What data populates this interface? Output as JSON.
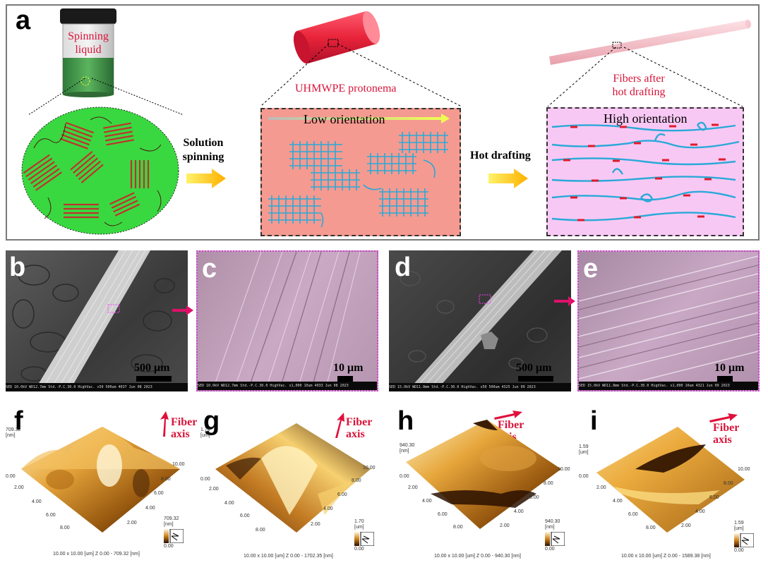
{
  "panel_labels": {
    "a": "a",
    "b": "b",
    "c": "c",
    "d": "d",
    "e": "e",
    "f": "f",
    "g": "g",
    "h": "h",
    "i": "i"
  },
  "schematic": {
    "spinning_liquid": [
      "Spinning",
      "liquid"
    ],
    "solution_spinning": [
      "Solution",
      "spinning"
    ],
    "protonema": "UHMWPE protonema",
    "low_orientation": "Low orientation",
    "hot_drafting": "Hot drafting",
    "fibers_after": [
      "Fibers after",
      "hot drafting"
    ],
    "high_orientation": "High orientation"
  },
  "sem": {
    "b": {
      "scale": "500 μm",
      "bar": "SED   10.0kV   WD12.7mm   Std.-P.C.30.0   HighVac.   x50              500um        4037   Jun 08 2023"
    },
    "c": {
      "scale": "10 μm",
      "bar": "SED   10.0kV   WD12.7mm   Std.-P.C.30.0   HighVac.   x1,000           10um         4033   Jun 08 2023"
    },
    "d": {
      "scale": "500 μm",
      "bar": "SED   15.0kV   WD11.8mm   Std.-P.C.30.0   HighVac.   x50              500um        4325   Jun 09 2023"
    },
    "e": {
      "scale": "10 μm",
      "bar": "SED   15.0kV   WD11.8mm   Std.-P.C.30.0   HighVac.   x1,000           10um         4321   Jun 09 2023"
    }
  },
  "afm": {
    "fiber_axis": [
      "Fiber",
      "axis"
    ],
    "f": {
      "zmax": "709.32",
      "zunit": "[nm]",
      "zmin": "0.00",
      "caption": "10.00 x 10.00 [um]   Z  0.00 - 709.32 [nm]"
    },
    "g": {
      "zmax": "1.70",
      "zunit": "[um]",
      "zmin": "0.00",
      "caption": "10.00 x 10.00 [um]   Z  0.00 - 1702.35 [nm]"
    },
    "h": {
      "zmax": "940.30",
      "zunit": "[nm]",
      "zmin": "0.00",
      "caption": "10.00 x 10.00 [um]   Z  0.00 - 940.30 [nm]"
    },
    "i": {
      "zmax": "1.59",
      "zunit": "[um]",
      "zmin": "0.00",
      "caption": "10.00 x 10.00 [um]   Z  0.00 - 1589.38 [nm]"
    },
    "ticks": [
      "0.00",
      "2.00",
      "4.00",
      "6.00",
      "8.00",
      "10.00"
    ]
  }
}
